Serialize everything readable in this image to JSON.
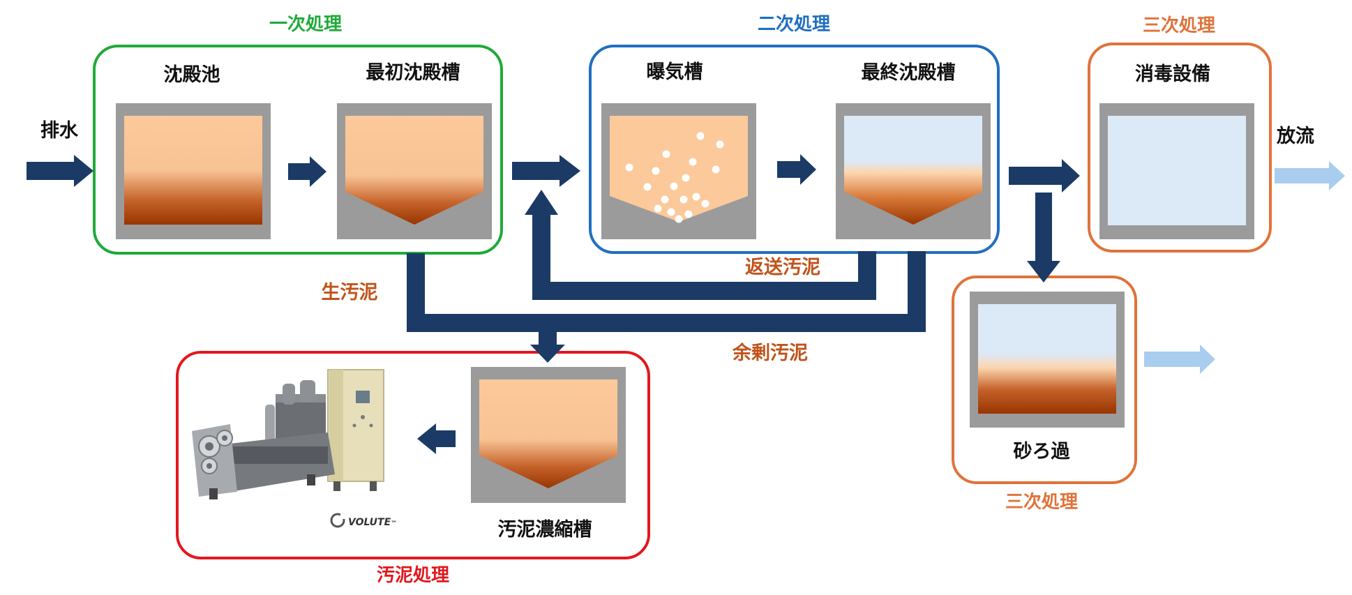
{
  "stages": {
    "primary": "一次処理",
    "secondary": "二次処理",
    "tertiary_top": "三次処理",
    "tertiary_bottom": "三次処理",
    "sludge": "汚泥処理"
  },
  "tanks": {
    "settling_pond": "沈殿池",
    "primary_clarifier": "最初沈殿槽",
    "aeration_tank": "曝気槽",
    "final_clarifier": "最終沈殿槽",
    "disinfection": "消毒設備",
    "sand_filter": "砂ろ過",
    "thickener": "汚泥濃縮槽"
  },
  "flow": {
    "influent": "排水",
    "effluent": "放流",
    "raw_sludge": "生汚泥",
    "return_sludge": "返送汚泥",
    "excess_sludge": "余剰汚泥"
  },
  "machine": {
    "brand": "VOLUTE",
    "tm": "™"
  },
  "colors": {
    "primary": "#1faa3a",
    "secondary": "#1f6fc0",
    "tertiary": "#e0733a",
    "sludge": "#e3171c",
    "label_sludge": "#c0531a",
    "arrow_dark": "#1b3b66",
    "arrow_light": "#a9cdee"
  }
}
